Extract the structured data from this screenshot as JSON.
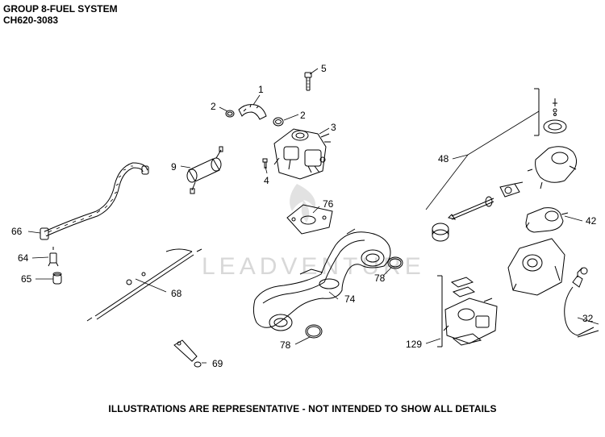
{
  "header": {
    "title": "GROUP 8-FUEL SYSTEM",
    "model": "CH620-3083"
  },
  "footer": "ILLUSTRATIONS ARE REPRESENTATIVE - NOT INTENDED TO SHOW ALL DETAILS",
  "watermark": "LEADVENTURE",
  "callouts": {
    "c1": "1",
    "c2a": "2",
    "c2b": "2",
    "c3": "3",
    "c4": "4",
    "c5": "5",
    "c9": "9",
    "c32": "32",
    "c42": "42",
    "c48": "48",
    "c64": "64",
    "c65": "65",
    "c66": "66",
    "c68": "68",
    "c69": "69",
    "c74": "74",
    "c76": "76",
    "c78a": "78",
    "c78b": "78",
    "c129": "129"
  },
  "colors": {
    "line": "#000000",
    "watermark": "#d8d8d8"
  }
}
